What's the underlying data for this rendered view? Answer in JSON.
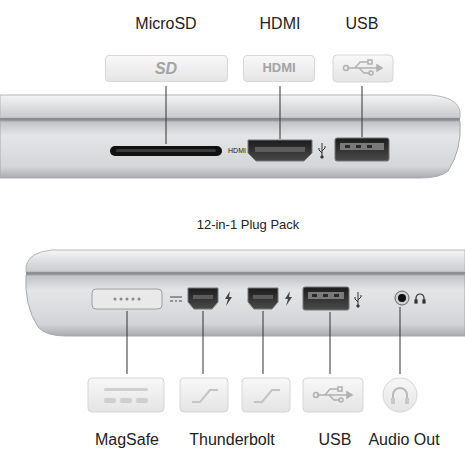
{
  "diagram": {
    "nodes": [
      {
        "text": [
          "SD"
        ]
      },
      {
        "text": [
          "HDMI"
        ]
      }
    ],
    "labels": [
      "MicroSD",
      "HDMI",
      "USB",
      "HDMI",
      "12-in-1 Plug Pack",
      "MagSafe",
      "Thunderbolt",
      "USB",
      "Audio Out"
    ]
  }
}
